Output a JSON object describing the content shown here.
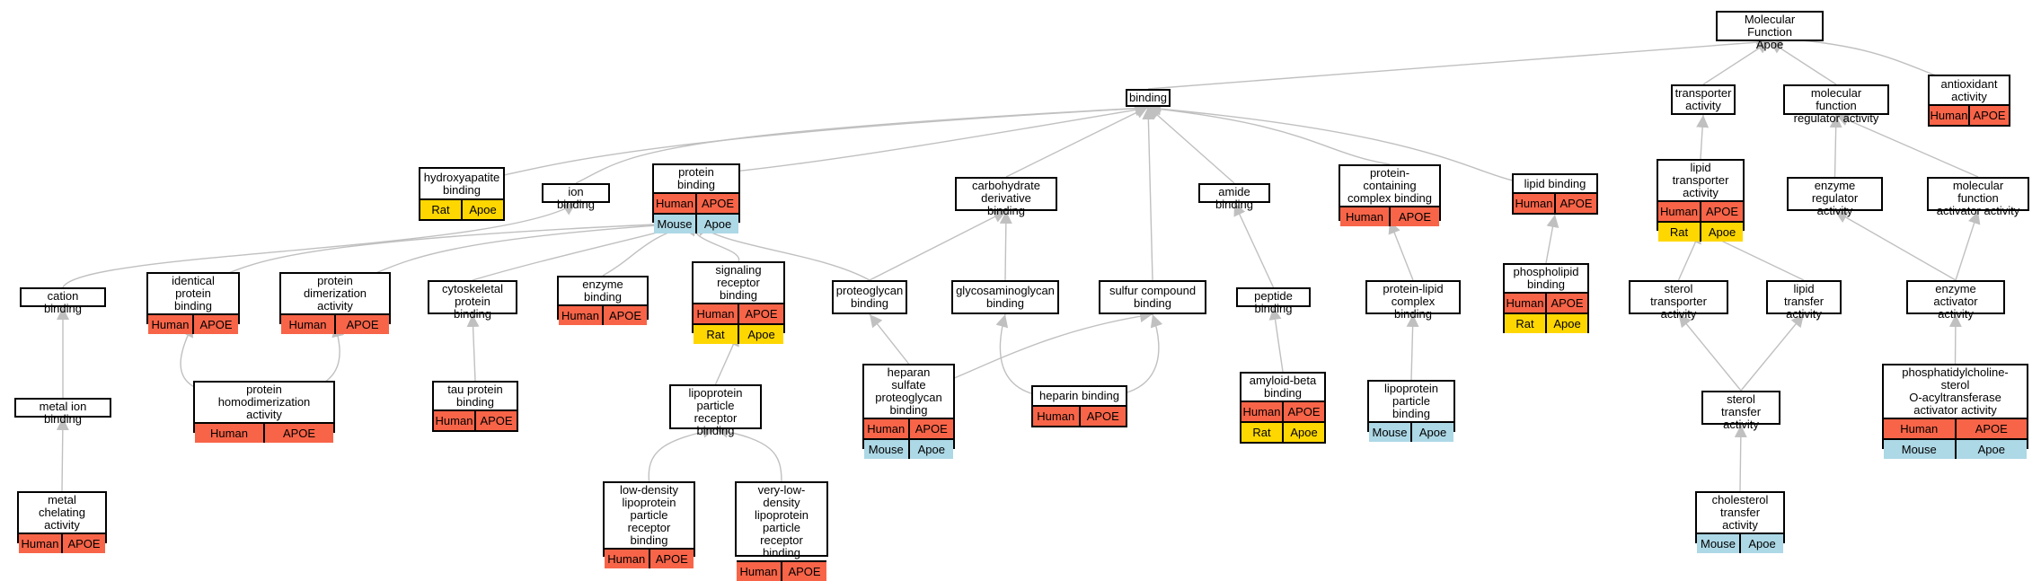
{
  "colors": {
    "human": "#f86448",
    "rat": "#ffd700",
    "mouse": "#add8e6",
    "edge": "#c0c0c0"
  },
  "nodes": [
    {
      "id": "mf",
      "title": "Molecular Function\nApoe",
      "rows": []
    },
    {
      "id": "binding",
      "title": "binding",
      "rows": []
    },
    {
      "id": "transporter",
      "title": "transporter\nactivity",
      "rows": []
    },
    {
      "id": "mfreg",
      "title": "molecular function\nregulator activity",
      "rows": []
    },
    {
      "id": "antiox",
      "title": "antioxidant\nactivity",
      "rows": [
        [
          "Human",
          "APOE"
        ]
      ]
    },
    {
      "id": "hydroxy",
      "title": "hydroxyapatite\nbinding",
      "rows": [
        [
          "Rat",
          "Apoe"
        ]
      ]
    },
    {
      "id": "ion",
      "title": "ion binding",
      "rows": []
    },
    {
      "id": "protein",
      "title": "protein binding",
      "rows": [
        [
          "Human",
          "APOE"
        ],
        [
          "Mouse",
          "Apoe"
        ]
      ]
    },
    {
      "id": "carbo",
      "title": "carbohydrate\nderivative binding",
      "rows": []
    },
    {
      "id": "amide",
      "title": "amide binding",
      "rows": []
    },
    {
      "id": "pcc",
      "title": "protein-containing\ncomplex binding",
      "rows": [
        [
          "Human",
          "APOE"
        ]
      ]
    },
    {
      "id": "lipid",
      "title": "lipid binding",
      "rows": [
        [
          "Human",
          "APOE"
        ]
      ]
    },
    {
      "id": "lipidtrans",
      "title": "lipid transporter\nactivity",
      "rows": [
        [
          "Human",
          "APOE"
        ],
        [
          "Rat",
          "Apoe"
        ]
      ]
    },
    {
      "id": "enzreg",
      "title": "enzyme regulator\nactivity",
      "rows": []
    },
    {
      "id": "mfact",
      "title": "molecular function\nactivator activity",
      "rows": []
    },
    {
      "id": "cation",
      "title": "cation binding",
      "rows": []
    },
    {
      "id": "identical",
      "title": "identical protein\nbinding",
      "rows": [
        [
          "Human",
          "APOE"
        ]
      ]
    },
    {
      "id": "dimer",
      "title": "protein dimerization\nactivity",
      "rows": [
        [
          "Human",
          "APOE"
        ]
      ]
    },
    {
      "id": "cyto",
      "title": "cytoskeletal\nprotein binding",
      "rows": []
    },
    {
      "id": "enzyme",
      "title": "enzyme binding",
      "rows": [
        [
          "Human",
          "APOE"
        ]
      ]
    },
    {
      "id": "sigrec",
      "title": "signaling receptor\nbinding",
      "rows": [
        [
          "Human",
          "APOE"
        ],
        [
          "Rat",
          "Apoe"
        ]
      ]
    },
    {
      "id": "proteo",
      "title": "proteoglycan\nbinding",
      "rows": []
    },
    {
      "id": "glyco",
      "title": "glycosaminoglycan\nbinding",
      "rows": []
    },
    {
      "id": "sulfur",
      "title": "sulfur compound\nbinding",
      "rows": []
    },
    {
      "id": "peptide",
      "title": "peptide binding",
      "rows": []
    },
    {
      "id": "plcomplex",
      "title": "protein-lipid\ncomplex binding",
      "rows": []
    },
    {
      "id": "phospho",
      "title": "phospholipid\nbinding",
      "rows": [
        [
          "Human",
          "APOE"
        ],
        [
          "Rat",
          "Apoe"
        ]
      ]
    },
    {
      "id": "steroltrans",
      "title": "sterol transporter\nactivity",
      "rows": []
    },
    {
      "id": "lipidtransfer",
      "title": "lipid transfer\nactivity",
      "rows": []
    },
    {
      "id": "enzact",
      "title": "enzyme activator\nactivity",
      "rows": []
    },
    {
      "id": "metalion",
      "title": "metal ion binding",
      "rows": []
    },
    {
      "id": "homodimer",
      "title": "protein homodimerization\nactivity",
      "rows": [
        [
          "Human",
          "APOE"
        ]
      ]
    },
    {
      "id": "tau",
      "title": "tau protein\nbinding",
      "rows": [
        [
          "Human",
          "APOE"
        ]
      ]
    },
    {
      "id": "lprb",
      "title": "lipoprotein\nparticle receptor\nbinding",
      "rows": []
    },
    {
      "id": "heparansulf",
      "title": "heparan sulfate\nproteoglycan\nbinding",
      "rows": [
        [
          "Human",
          "APOE"
        ],
        [
          "Mouse",
          "Apoe"
        ]
      ]
    },
    {
      "id": "heparin",
      "title": "heparin binding",
      "rows": [
        [
          "Human",
          "APOE"
        ]
      ]
    },
    {
      "id": "amyloid",
      "title": "amyloid-beta\nbinding",
      "rows": [
        [
          "Human",
          "APOE"
        ],
        [
          "Rat",
          "Apoe"
        ]
      ]
    },
    {
      "id": "lppb",
      "title": "lipoprotein\nparticle binding",
      "rows": [
        [
          "Mouse",
          "Apoe"
        ]
      ]
    },
    {
      "id": "steroltransfer",
      "title": "sterol transfer\nactivity",
      "rows": []
    },
    {
      "id": "pcsterol",
      "title": "phosphatidylcholine-sterol\nO-acyltransferase\nactivator activity",
      "rows": [
        [
          "Human",
          "APOE"
        ],
        [
          "Mouse",
          "Apoe"
        ]
      ]
    },
    {
      "id": "metalchel",
      "title": "metal chelating\nactivity",
      "rows": [
        [
          "Human",
          "APOE"
        ]
      ]
    },
    {
      "id": "ldl",
      "title": "low-density\nlipoprotein\nparticle receptor\nbinding",
      "rows": [
        [
          "Human",
          "APOE"
        ]
      ]
    },
    {
      "id": "vldl",
      "title": "very-low-density\nlipoprotein\nparticle receptor\nbinding",
      "rows": [
        [
          "Human",
          "APOE"
        ]
      ]
    },
    {
      "id": "cholesterol",
      "title": "cholesterol\ntransfer activity",
      "rows": [
        [
          "Mouse",
          "Apoe"
        ]
      ]
    }
  ],
  "edges": [
    [
      "binding",
      "mf"
    ],
    [
      "transporter",
      "mf"
    ],
    [
      "mfreg",
      "mf"
    ],
    [
      "antiox",
      "mf"
    ],
    [
      "hydroxy",
      "binding"
    ],
    [
      "ion",
      "binding"
    ],
    [
      "protein",
      "binding"
    ],
    [
      "carbo",
      "binding"
    ],
    [
      "amide",
      "binding"
    ],
    [
      "pcc",
      "binding"
    ],
    [
      "lipid",
      "binding"
    ],
    [
      "sulfur",
      "binding"
    ],
    [
      "lipidtrans",
      "transporter"
    ],
    [
      "enzreg",
      "mfreg"
    ],
    [
      "mfact",
      "mfreg"
    ],
    [
      "cation",
      "ion"
    ],
    [
      "identical",
      "protein"
    ],
    [
      "dimer",
      "protein"
    ],
    [
      "cyto",
      "protein"
    ],
    [
      "enzyme",
      "protein"
    ],
    [
      "sigrec",
      "protein"
    ],
    [
      "proteo",
      "protein"
    ],
    [
      "proteo",
      "carbo"
    ],
    [
      "glyco",
      "carbo"
    ],
    [
      "peptide",
      "amide"
    ],
    [
      "plcomplex",
      "pcc"
    ],
    [
      "phospho",
      "lipid"
    ],
    [
      "steroltrans",
      "lipidtrans"
    ],
    [
      "lipidtransfer",
      "lipidtrans"
    ],
    [
      "enzact",
      "enzreg"
    ],
    [
      "enzact",
      "mfact"
    ],
    [
      "metalion",
      "cation"
    ],
    [
      "homodimer",
      "identical"
    ],
    [
      "homodimer",
      "dimer"
    ],
    [
      "tau",
      "cyto"
    ],
    [
      "lprb",
      "sigrec"
    ],
    [
      "heparansulf",
      "proteo"
    ],
    [
      "heparansulf",
      "sulfur"
    ],
    [
      "heparin",
      "glyco"
    ],
    [
      "heparin",
      "sulfur"
    ],
    [
      "amyloid",
      "peptide"
    ],
    [
      "lppb",
      "plcomplex"
    ],
    [
      "steroltransfer",
      "steroltrans"
    ],
    [
      "steroltransfer",
      "lipidtransfer"
    ],
    [
      "pcsterol",
      "enzact"
    ],
    [
      "metalchel",
      "metalion"
    ],
    [
      "ldl",
      "lprb"
    ],
    [
      "vldl",
      "lprb"
    ],
    [
      "cholesterol",
      "steroltransfer"
    ]
  ]
}
